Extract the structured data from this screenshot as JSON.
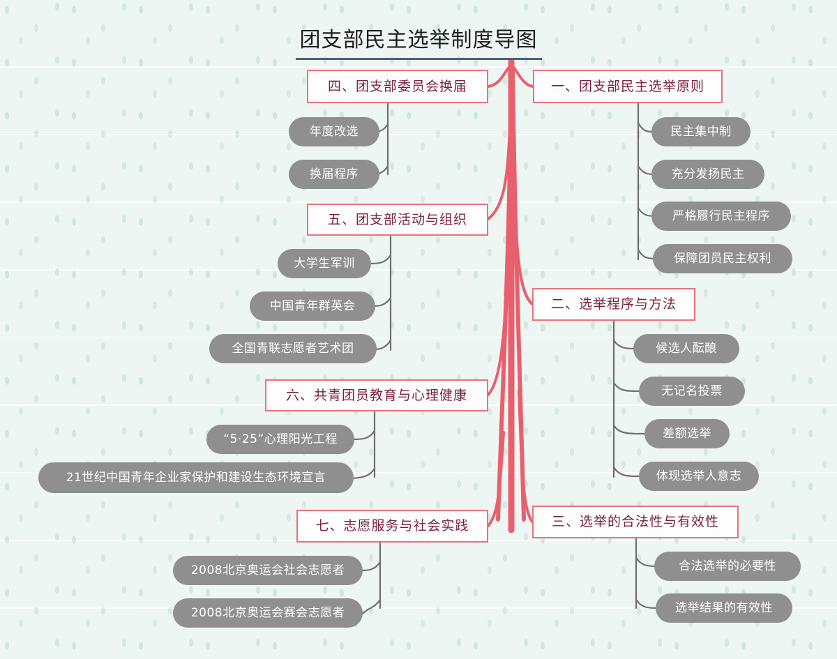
{
  "title": "团支部民主选举制度导图",
  "colors": {
    "background": "#edf6f2",
    "trunk": "#e8606e",
    "branch_border": "#e8737c",
    "branch_text": "#7a1f41",
    "node_fill": "#8f8f8f",
    "node_text": "#ffffff",
    "title_underline": "#4e6077",
    "connector": "#6f6f6f"
  },
  "branches": [
    {
      "id": "b1",
      "label": "一、团支部民主选举原则",
      "side": "right",
      "children": [
        {
          "label": "民主集中制"
        },
        {
          "label": "充分发扬民主"
        },
        {
          "label": "严格履行民主程序"
        },
        {
          "label": "保障团员民主权利"
        }
      ]
    },
    {
      "id": "b2",
      "label": "二、选举程序与方法",
      "side": "right",
      "children": [
        {
          "label": "候选人酝酿"
        },
        {
          "label": "无记名投票"
        },
        {
          "label": "差额选举"
        },
        {
          "label": "体现选举人意志"
        }
      ]
    },
    {
      "id": "b3",
      "label": "三、选举的合法性与有效性",
      "side": "right",
      "children": [
        {
          "label": "合法选举的必要性"
        },
        {
          "label": "选举结果的有效性"
        }
      ]
    },
    {
      "id": "b4",
      "label": "四、团支部委员会换届",
      "side": "left",
      "children": [
        {
          "label": "年度改选"
        },
        {
          "label": "换届程序"
        }
      ]
    },
    {
      "id": "b5",
      "label": "五、团支部活动与组织",
      "side": "left",
      "children": [
        {
          "label": "大学生军训"
        },
        {
          "label": "中国青年群英会"
        },
        {
          "label": "全国青联志愿者艺术团"
        }
      ]
    },
    {
      "id": "b6",
      "label": "六、共青团员教育与心理健康",
      "side": "left",
      "children": [
        {
          "label": "“5·25”心理阳光工程"
        },
        {
          "label": "21世纪中国青年企业家保护和建设生态环境宣言"
        }
      ]
    },
    {
      "id": "b7",
      "label": "七、志愿服务与社会实践",
      "side": "left",
      "children": [
        {
          "label": "2008北京奥运会社会志愿者"
        },
        {
          "label": "2008北京奥运会赛会志愿者"
        }
      ]
    }
  ]
}
